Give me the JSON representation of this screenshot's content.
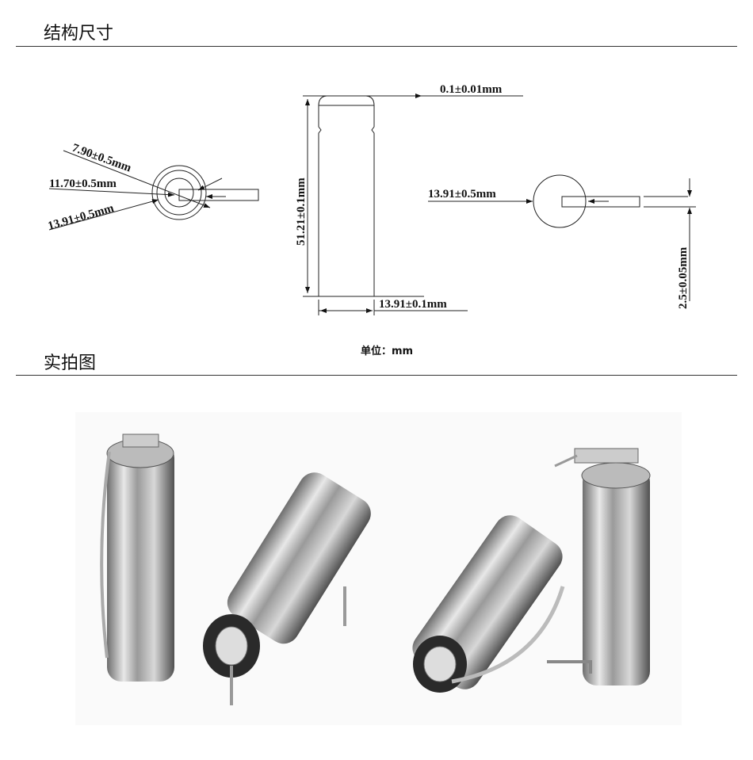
{
  "sections": {
    "structure_title": "结构尺寸",
    "photo_title": "实拍图"
  },
  "unit_label": "单位：mm",
  "dimensions": {
    "inner_diameter": "7.90±0.5mm",
    "mid_diameter": "11.70±0.5mm",
    "outer_diameter_left": "13.91±0.5mm",
    "cap_height": "0.1±0.01mm",
    "length": "51.21±0.1mm",
    "body_diameter": "13.91±0.1mm",
    "outer_diameter_right": "13.91±0.5mm",
    "tab_width": "2.5±0.05mm"
  }
}
